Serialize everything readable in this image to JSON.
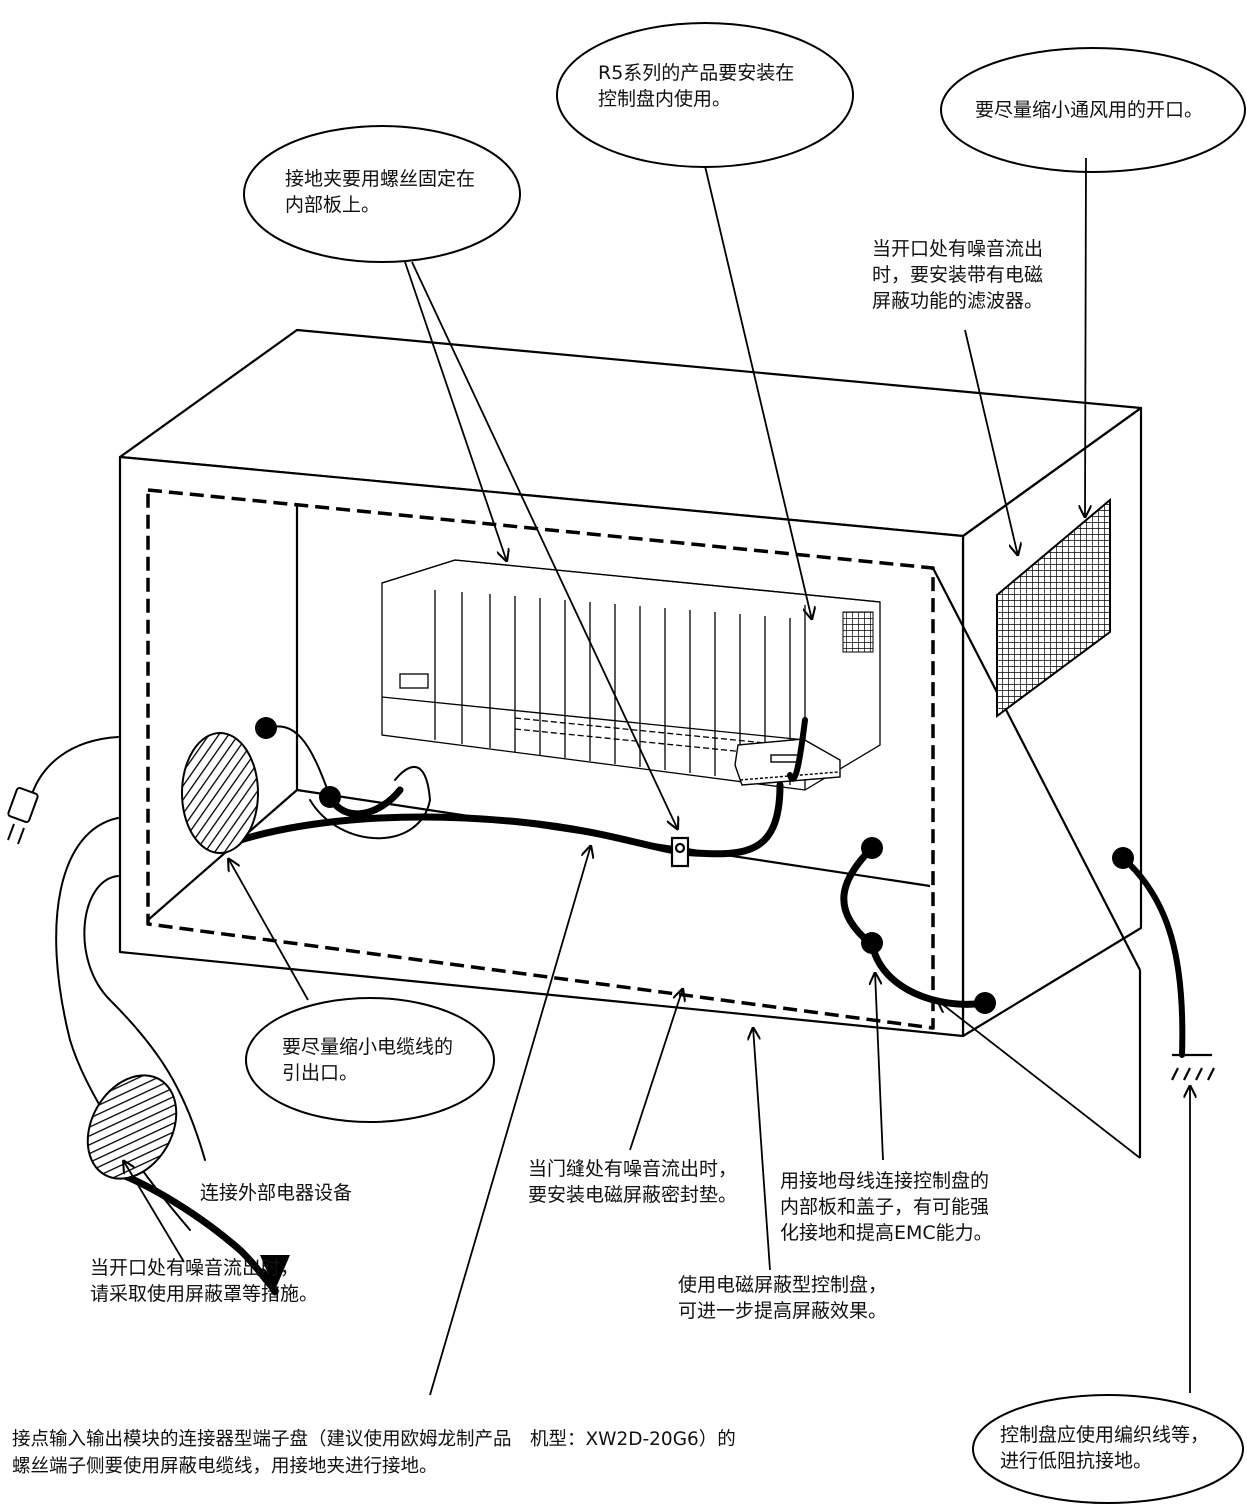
{
  "callouts": {
    "r5_install": "R5系列的产品要安装在\n控制盘内使用。",
    "vent": "要尽量缩小通风用的开口。",
    "ground_clip": "接地夹要用螺丝固定在\n内部板上。",
    "filter": "当开口处有噪音流出\n时，要安装带有电磁\n屏蔽功能的滤波器。",
    "cable_hole": "要尽量缩小电缆线的\n引出口。",
    "external": "连接外部电器设备",
    "shield_cover": "当开口处有噪音流出时，\n请采取使用屏蔽罩等措施。",
    "door_gasket": "当门缝处有噪音流出时，\n要安装电磁屏蔽密封垫。",
    "bus_bar": "用接地母线连接控制盘的\n内部板和盖子，有可能强\n化接地和提高EMC能力。",
    "shielded_panel": "使用电磁屏蔽型控制盘，\n可进一步提高屏蔽效果。",
    "terminal": "接点输入输出模块的连接器型端子盘（建议使用欧姆龙制产品　机型：XW2D-20G6）的\n螺丝端子侧要使用屏蔽电缆线，用接地夹进行接地。",
    "braided": "控制盘应使用编织线等，\n进行低阻抗接地。"
  },
  "colors": {
    "line": "#000000",
    "background": "#ffffff"
  },
  "icons": [
    "plug-icon",
    "ground-symbol-icon",
    "ground-clip-icon",
    "vent-mesh-icon",
    "terminal-block-icon"
  ]
}
